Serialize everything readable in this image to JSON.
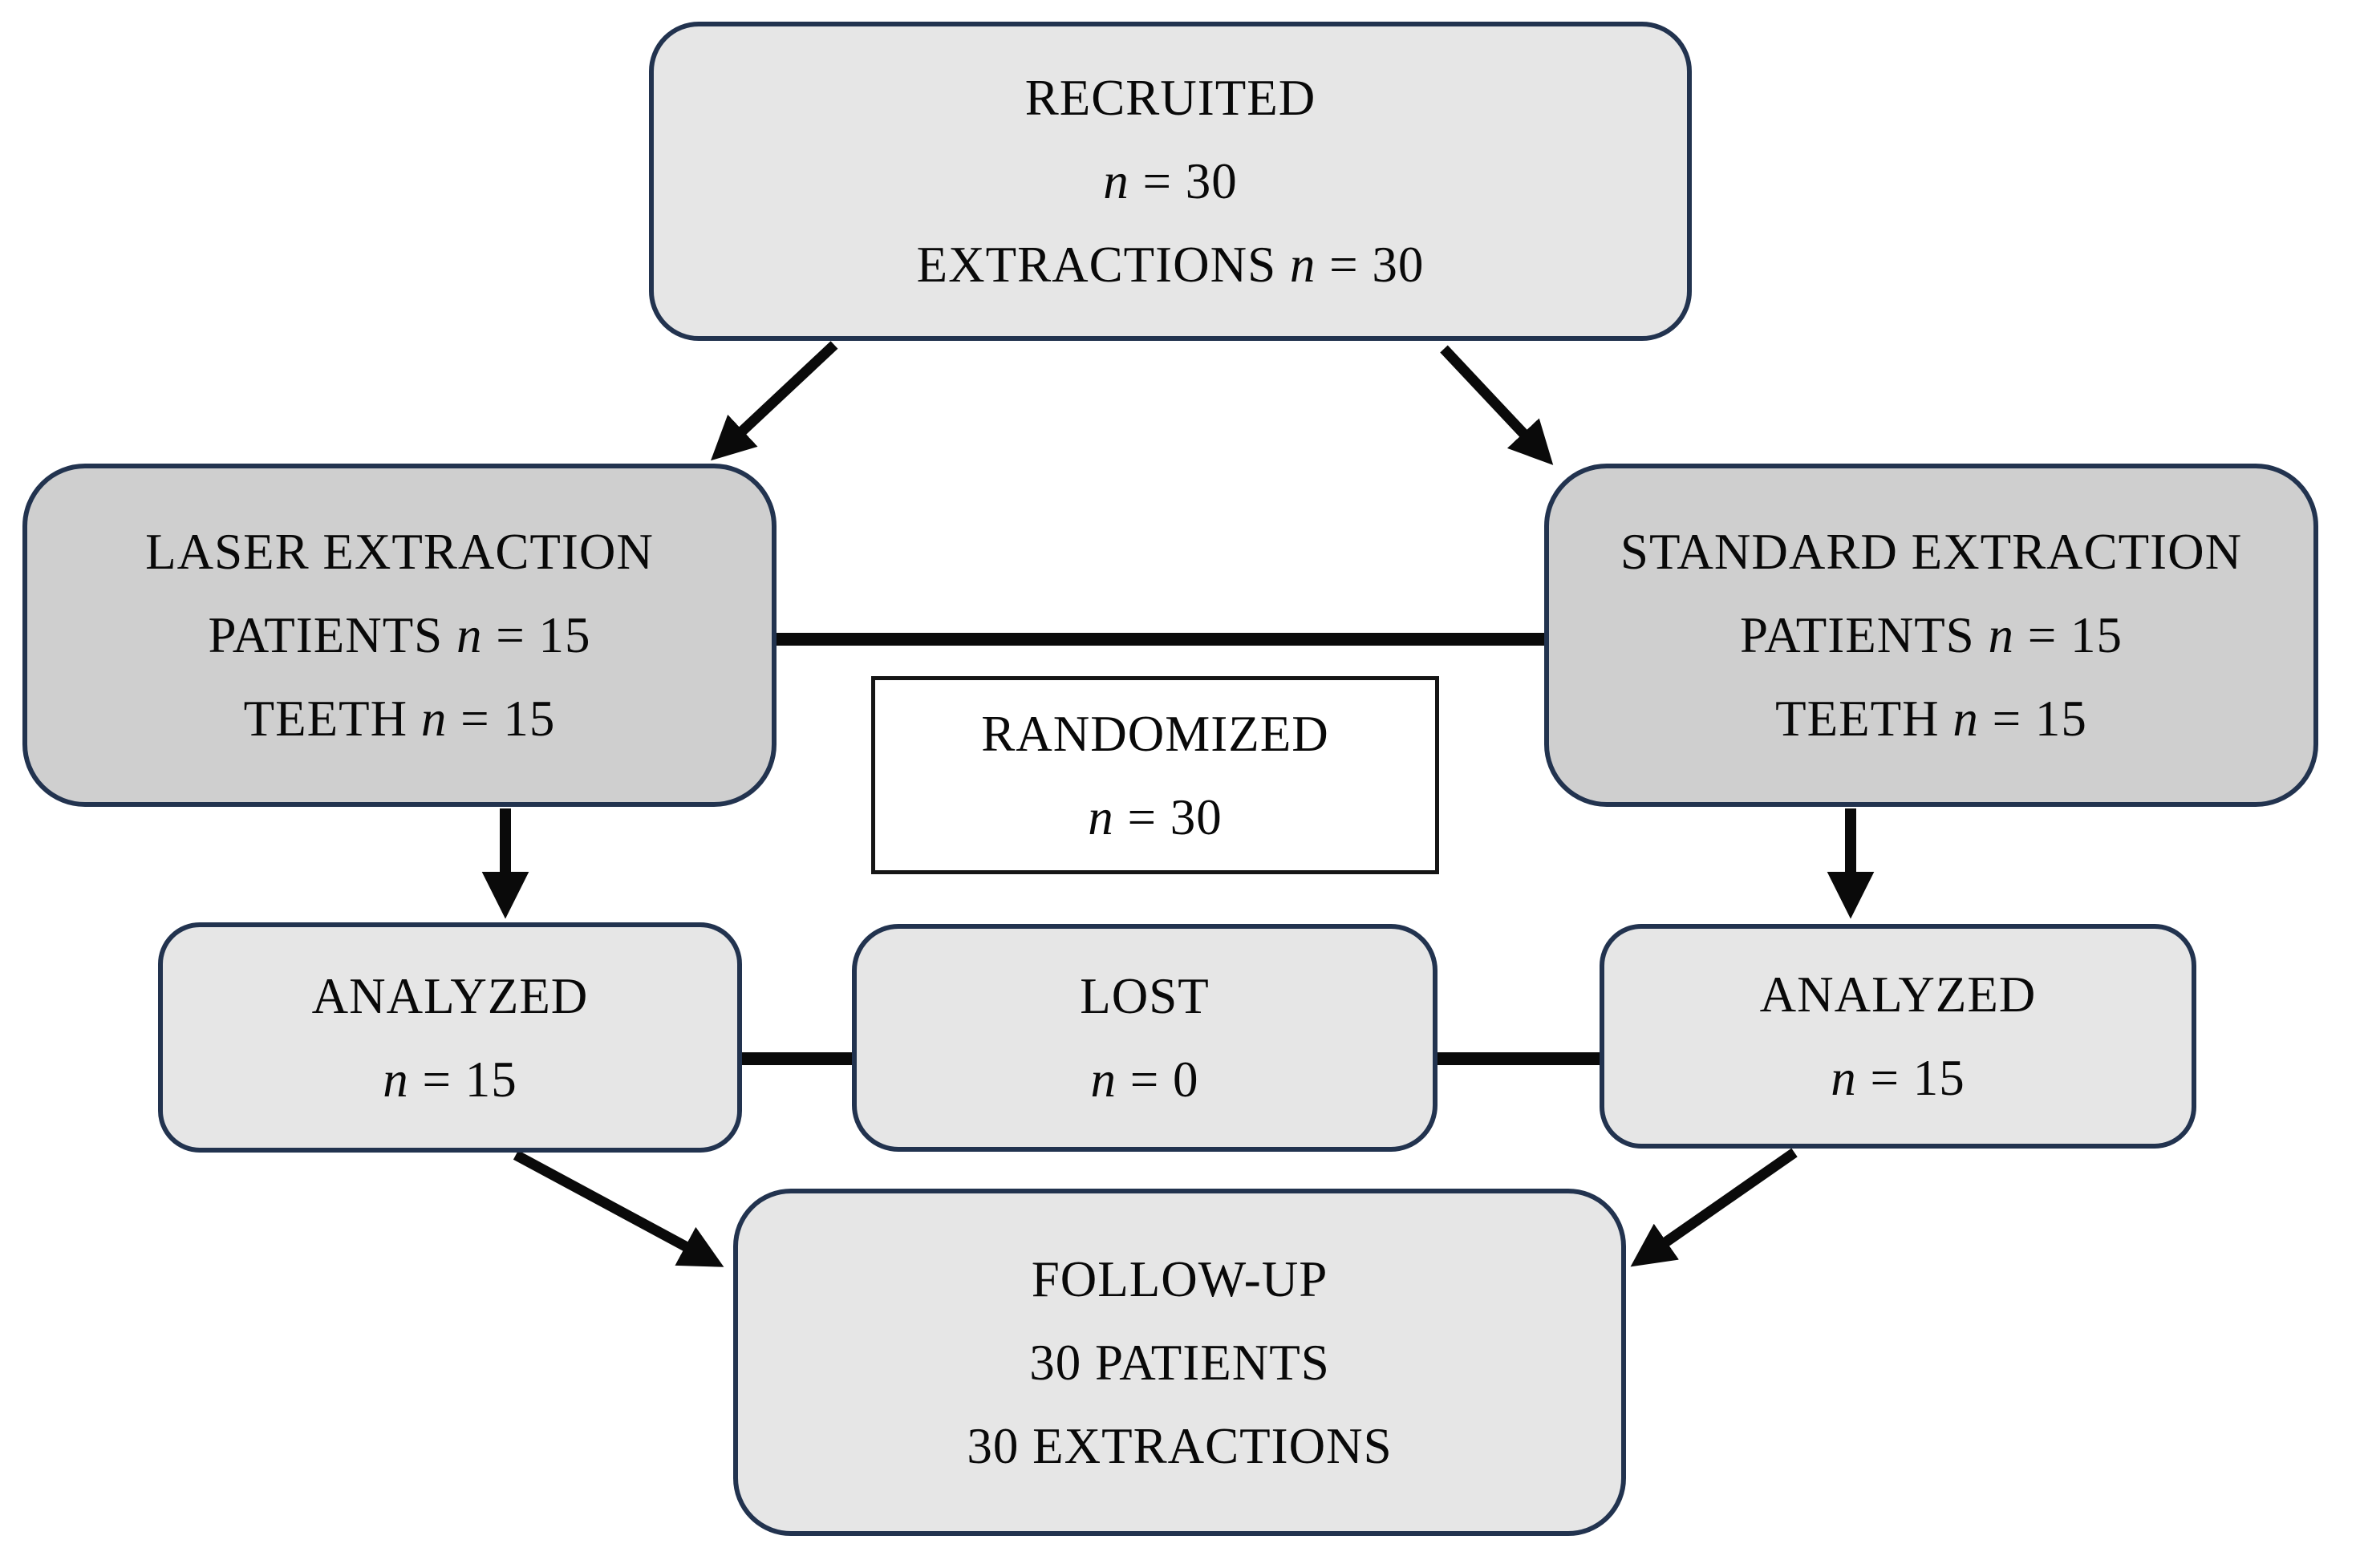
{
  "colors": {
    "box_fill_light": "#e6e6e6",
    "box_fill_dark": "#cfcfcf",
    "box_border": "#22334f",
    "randomized_border": "#151515",
    "connector": "#0a0a0a",
    "text": "#090909"
  },
  "nodes": {
    "recruited": {
      "lines": [
        [
          {
            "t": "RECRUITED",
            "i": false
          }
        ],
        [
          {
            "t": "n",
            "i": true
          },
          {
            "t": " = 30",
            "i": false
          }
        ],
        [
          {
            "t": "EXTRACTIONS ",
            "i": false
          },
          {
            "t": "n",
            "i": true
          },
          {
            "t": " = 30",
            "i": false
          }
        ]
      ]
    },
    "laser": {
      "lines": [
        [
          {
            "t": "LASER EXTRACTION",
            "i": false
          }
        ],
        [
          {
            "t": "PATIENTS ",
            "i": false
          },
          {
            "t": "n",
            "i": true
          },
          {
            "t": " = 15",
            "i": false
          }
        ],
        [
          {
            "t": "TEETH ",
            "i": false
          },
          {
            "t": "n",
            "i": true
          },
          {
            "t": " = 15",
            "i": false
          }
        ]
      ]
    },
    "standard": {
      "lines": [
        [
          {
            "t": "STANDARD EXTRACTION",
            "i": false
          }
        ],
        [
          {
            "t": "PATIENTS ",
            "i": false
          },
          {
            "t": "n",
            "i": true
          },
          {
            "t": " = 15",
            "i": false
          }
        ],
        [
          {
            "t": "TEETH ",
            "i": false
          },
          {
            "t": "n",
            "i": true
          },
          {
            "t": " = 15",
            "i": false
          }
        ]
      ]
    },
    "randomized": {
      "lines": [
        [
          {
            "t": "RANDOMIZED",
            "i": false
          }
        ],
        [
          {
            "t": "n",
            "i": true
          },
          {
            "t": " = 30",
            "i": false
          }
        ]
      ]
    },
    "analyzed_left": {
      "lines": [
        [
          {
            "t": "ANALYZED",
            "i": false
          }
        ],
        [
          {
            "t": "n",
            "i": true
          },
          {
            "t": " = 15",
            "i": false
          }
        ]
      ]
    },
    "lost": {
      "lines": [
        [
          {
            "t": "LOST",
            "i": false
          }
        ],
        [
          {
            "t": "n",
            "i": true
          },
          {
            "t": " = 0",
            "i": false
          }
        ]
      ]
    },
    "analyzed_right": {
      "lines": [
        [
          {
            "t": "ANALYZED",
            "i": false
          }
        ],
        [
          {
            "t": "n",
            "i": true
          },
          {
            "t": " = 15",
            "i": false
          }
        ]
      ]
    },
    "followup": {
      "lines": [
        [
          {
            "t": "FOLLOW-UP",
            "i": false
          }
        ],
        [
          {
            "t": "30 PATIENTS",
            "i": false
          }
        ],
        [
          {
            "t": "30 EXTRACTIONS",
            "i": false
          }
        ]
      ]
    }
  },
  "connectors": [
    {
      "from": "recruited",
      "to": "laser",
      "arrow": true
    },
    {
      "from": "recruited",
      "to": "standard",
      "arrow": true
    },
    {
      "from": "laser",
      "to": "standard",
      "arrow": false
    },
    {
      "from": "laser",
      "to": "analyzed_left",
      "arrow": true
    },
    {
      "from": "standard",
      "to": "analyzed_right",
      "arrow": true
    },
    {
      "from": "analyzed_left",
      "to": "lost",
      "arrow": false
    },
    {
      "from": "lost",
      "to": "analyzed_right",
      "arrow": false
    },
    {
      "from": "analyzed_left",
      "to": "followup",
      "arrow": true
    },
    {
      "from": "analyzed_right",
      "to": "followup",
      "arrow": true
    }
  ]
}
